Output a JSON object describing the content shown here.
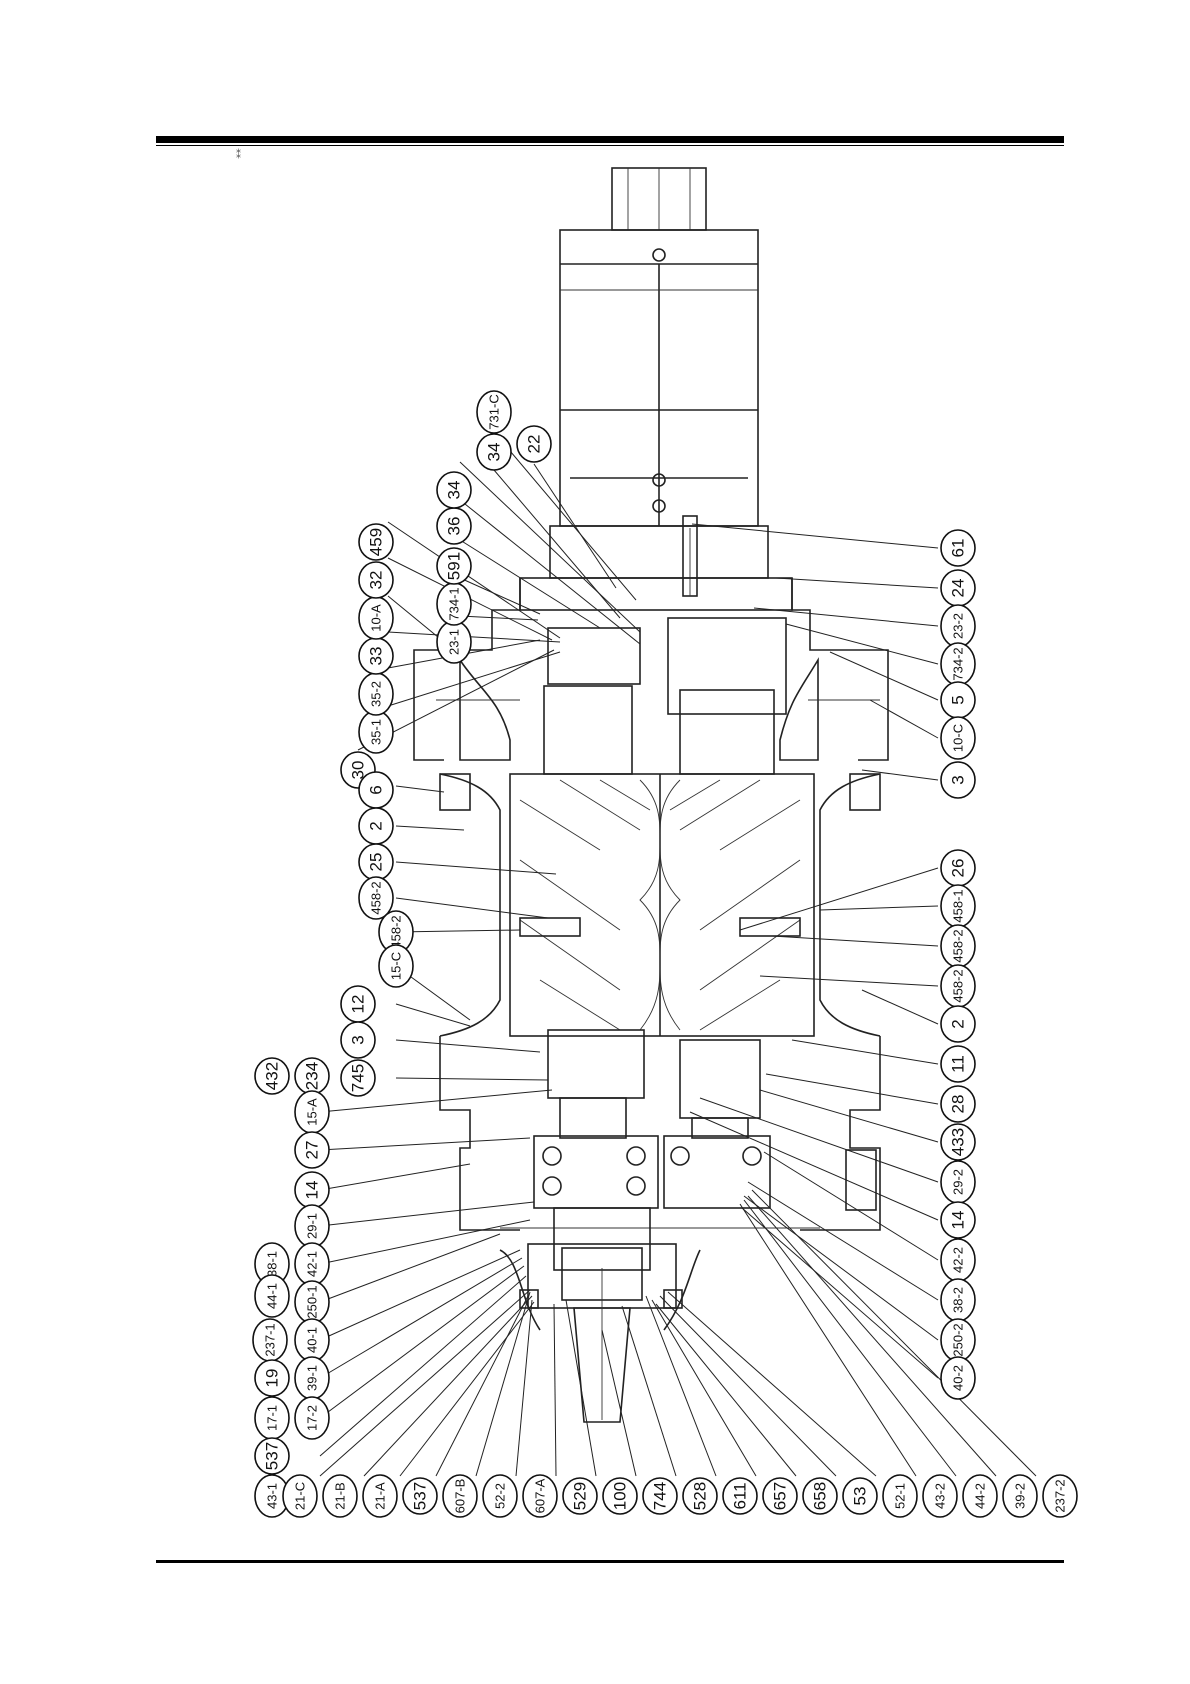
{
  "labels_top": [
    "30",
    "35-1",
    "35-2",
    "33",
    "10-A",
    "32",
    "459",
    "23-1",
    "734-1",
    "591",
    "36",
    "34",
    "34",
    "731-C",
    "22"
  ],
  "labels_left_upper": [
    "6",
    "2",
    "25",
    "458-2",
    "458-2",
    "15-C",
    "12",
    "3",
    "745",
    "234",
    "15-A",
    "27",
    "432",
    "14",
    "29-1",
    "42-1",
    "38-1",
    "250-1",
    "40-1",
    "237-1",
    "39-1",
    "19",
    "17-1",
    "537",
    "17-2",
    "44-1",
    "43-1"
  ],
  "labels_bottom": [
    "21-C",
    "21-B",
    "21-A",
    "537",
    "607-B",
    "52-2",
    "607-A",
    "529",
    "100",
    "744",
    "528",
    "611",
    "657",
    "658",
    "53",
    "52-1",
    "43-2",
    "44-2",
    "39-2",
    "237-2"
  ],
  "labels_right": [
    "61",
    "24",
    "23-2",
    "734-2",
    "5",
    "10-C",
    "3",
    "26",
    "458-1",
    "458-2",
    "458-2",
    "2",
    "11",
    "28",
    "433",
    "29-2",
    "14",
    "42-2",
    "38-2",
    "250-2",
    "40-2"
  ],
  "corner_mark": "⁑"
}
